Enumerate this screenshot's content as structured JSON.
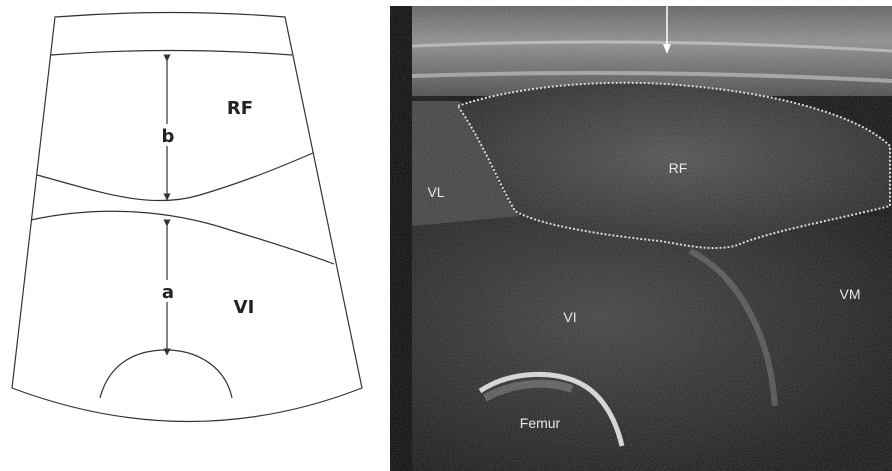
{
  "schematic": {
    "labels": {
      "rf": "RF",
      "vi": "VI",
      "distance_a": "a",
      "distance_b": "b"
    }
  },
  "ultrasound": {
    "labels": {
      "rf": "RF",
      "vl": "VL",
      "vm": "VM",
      "vi": "VI",
      "femur": "Femur"
    }
  }
}
